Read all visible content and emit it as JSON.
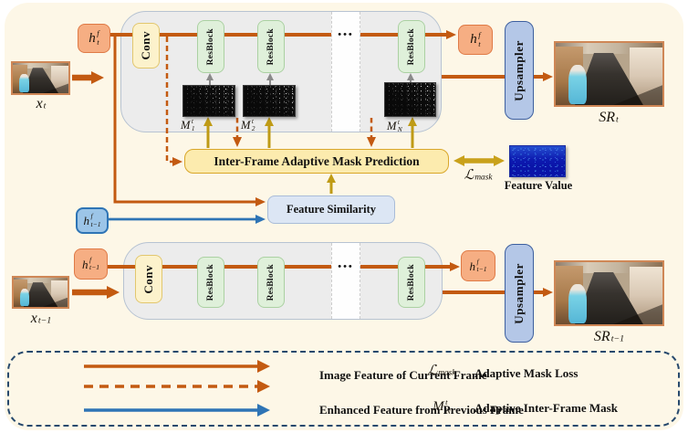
{
  "colors": {
    "accent_orange": "#c35a11",
    "accent_gold": "#bf9b16",
    "accent_blue": "#2e74b5",
    "background_cream": "#fdf7e7"
  },
  "blocks": {
    "conv": "Conv",
    "resblock": "ResBlock",
    "upsampler": "Upsampler",
    "dots": "•••"
  },
  "middle": {
    "mask_prediction": "Inter-Frame Adaptive Mask Prediction",
    "feature_similarity": "Feature Similarity",
    "feature_value": "Feature Value"
  },
  "symbols": {
    "h_t": {
      "base": "h",
      "sup": "f",
      "sub": "t"
    },
    "h_prev": {
      "base": "h",
      "sup": "f",
      "sub": "t−1"
    },
    "x_t": {
      "base": "x",
      "sub": "t"
    },
    "x_prev": {
      "base": "x",
      "sub": "t−1"
    },
    "sr_t": {
      "base": "SR",
      "sub": "t"
    },
    "sr_prev": {
      "base": "SR",
      "sub": "t−1"
    },
    "l_mask": {
      "base": "ℒ",
      "sub": "mask"
    },
    "masks": [
      {
        "base": "M",
        "sup": "t",
        "sub": "1"
      },
      {
        "base": "M",
        "sup": "t",
        "sub": "2"
      },
      {
        "base": "M",
        "sup": "t",
        "sub": "N"
      }
    ]
  },
  "legend": {
    "current_frame": "Image Feature of Current Frame",
    "previous_frame": "Enhanced Feature from Previous Frame",
    "mask_loss": "Adaptive Mask Loss",
    "interframe_mask": "Adaptive Inter-Frame Mask"
  }
}
